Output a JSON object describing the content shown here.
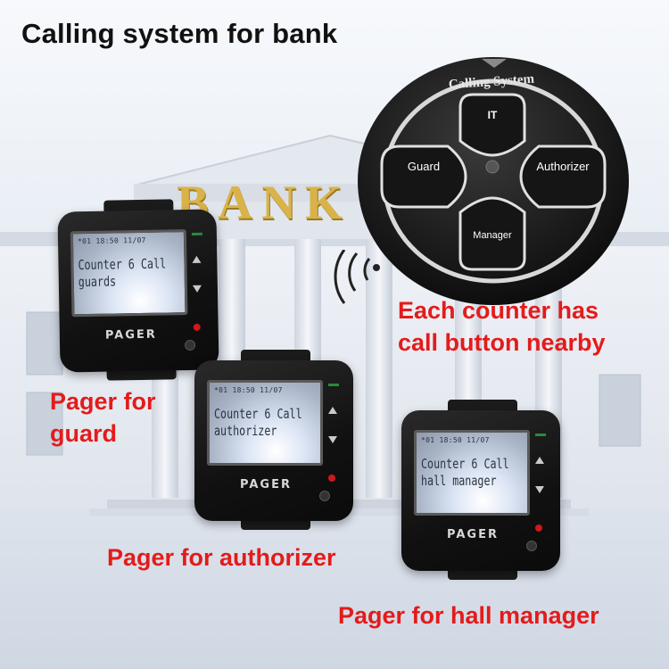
{
  "headline": "Calling system for bank",
  "bank_sign": "BANK",
  "call_button": {
    "ring_text": "Calling System",
    "keys": {
      "top": "IT",
      "left": "Guard",
      "right": "Authorizer",
      "bottom": "Manager"
    }
  },
  "pagers": {
    "guard": {
      "status": "*01 18:50 11/07",
      "line1": "Counter 6 Call",
      "line2": "guards",
      "brand": "PAGER"
    },
    "authorizer": {
      "status": "*01 18:50 11/07",
      "line1": "Counter 6 Call",
      "line2": "authorizer",
      "brand": "PAGER"
    },
    "manager": {
      "status": "*01 18:50 11/07",
      "line1": "Counter 6 Call",
      "line2": "hall manager",
      "brand": "PAGER"
    }
  },
  "captions": {
    "counter": [
      "Each counter has",
      "call button nearby"
    ],
    "guard": [
      "Pager for",
      "guard"
    ],
    "authorizer": "Pager for authorizer",
    "manager": "Pager for hall manager"
  },
  "icons": {
    "signal": "wireless-signal-icon"
  },
  "colors": {
    "caption": "#e41b1b",
    "headline": "#111111",
    "device_body": "#111111",
    "sign_gold": "#d9b34a"
  }
}
